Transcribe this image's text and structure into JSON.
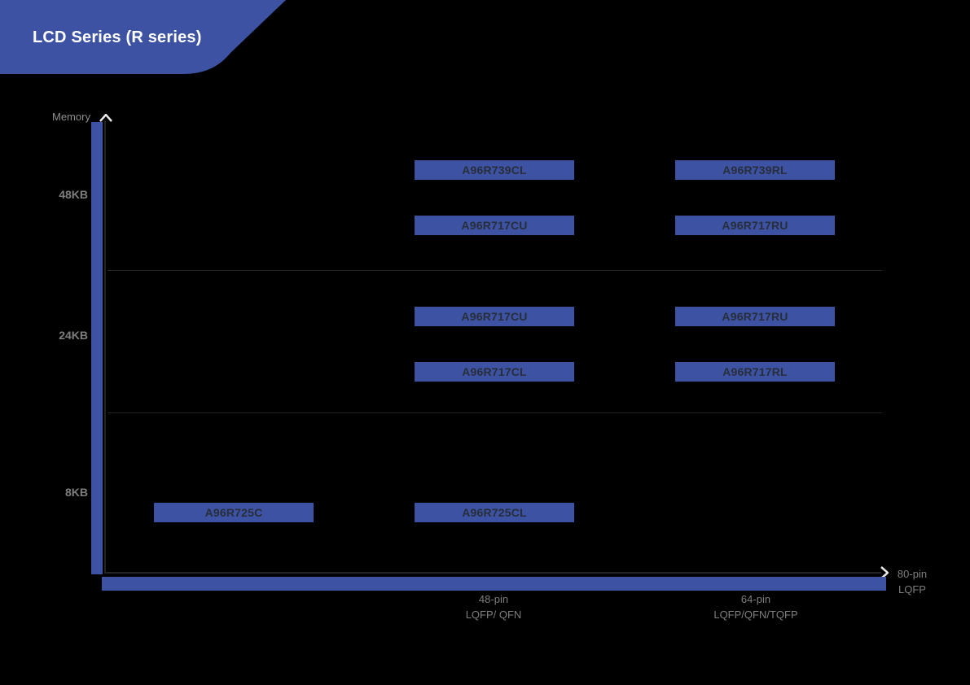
{
  "banner": {
    "title": "LCD Series (R series)"
  },
  "axes": {
    "y_label": "Memory",
    "y_ticks": [
      "48KB",
      "24KB",
      "8KB"
    ],
    "x_ticks": [
      {
        "line1": "48-pin",
        "line2": "LQFP/ QFN"
      },
      {
        "line1": "64-pin",
        "line2": "LQFP/QFN/TQFP"
      },
      {
        "line1": "80-pin",
        "line2": "LQFP"
      }
    ]
  },
  "colors": {
    "accent_blue": "#3D52A2",
    "box_text_dark": "#272E3A",
    "label_gray": "#7E7E7E",
    "background": "#000000",
    "arrow": "#E8E8E8",
    "banner_title_text": "#FFFFFF"
  },
  "chart_data": {
    "type": "scatter",
    "title": "LCD Series (R series)",
    "ylabel": "Memory",
    "y_bands": [
      "8KB",
      "24KB",
      "48KB"
    ],
    "x_categories": [
      "48-pin LQFP/ QFN",
      "64-pin LQFP/QFN/TQFP",
      "80-pin LQFP"
    ],
    "legend": "none",
    "grid": "horizontal band separators only",
    "points": [
      {
        "name": "A96R739CL",
        "memory_band": "48KB",
        "package_column": "48-pin LQFP/ QFN",
        "slot": "upper"
      },
      {
        "name": "A96R739RL",
        "memory_band": "48KB",
        "package_column": "64-pin LQFP/QFN/TQFP",
        "slot": "upper"
      },
      {
        "name": "A96R717CU",
        "memory_band": "48KB",
        "package_column": "48-pin LQFP/ QFN",
        "slot": "lower"
      },
      {
        "name": "A96R717RU",
        "memory_band": "48KB",
        "package_column": "64-pin LQFP/QFN/TQFP",
        "slot": "lower"
      },
      {
        "name": "A96R717CU",
        "memory_band": "24KB",
        "package_column": "48-pin LQFP/ QFN",
        "slot": "upper"
      },
      {
        "name": "A96R717RU",
        "memory_band": "24KB",
        "package_column": "64-pin LQFP/QFN/TQFP",
        "slot": "upper"
      },
      {
        "name": "A96R717CL",
        "memory_band": "24KB",
        "package_column": "48-pin LQFP/ QFN",
        "slot": "lower"
      },
      {
        "name": "A96R717RL",
        "memory_band": "24KB",
        "package_column": "64-pin LQFP/QFN/TQFP",
        "slot": "lower"
      },
      {
        "name": "A96R725C",
        "memory_band": "8KB",
        "package_column": "unlabeled left column",
        "slot": "single"
      },
      {
        "name": "A96R725CL",
        "memory_band": "8KB",
        "package_column": "48-pin LQFP/ QFN",
        "slot": "single"
      }
    ]
  }
}
